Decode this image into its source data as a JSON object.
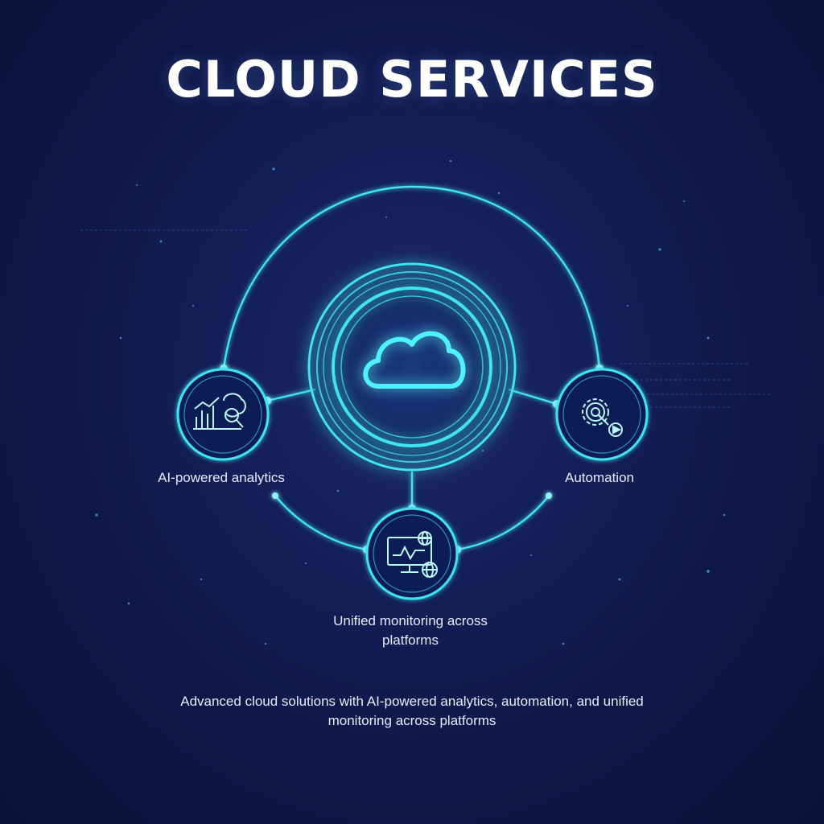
{
  "title": "CLOUD SERVICES",
  "nodes": {
    "center": {
      "icon": "cloud-icon"
    },
    "analytics": {
      "label": "AI-powered analytics",
      "icon": "analytics-icon"
    },
    "automation": {
      "label": "Automation",
      "icon": "gear-icon"
    },
    "monitoring": {
      "label": "Unified monitoring across platforms",
      "icon": "monitor-globe-icon"
    }
  },
  "description": "Advanced cloud solutions with AI-powered analytics, automation, and unified monitoring across platforms",
  "colors": {
    "background": "#14205a",
    "accent": "#3fe3f0",
    "text": "#ffffff"
  }
}
